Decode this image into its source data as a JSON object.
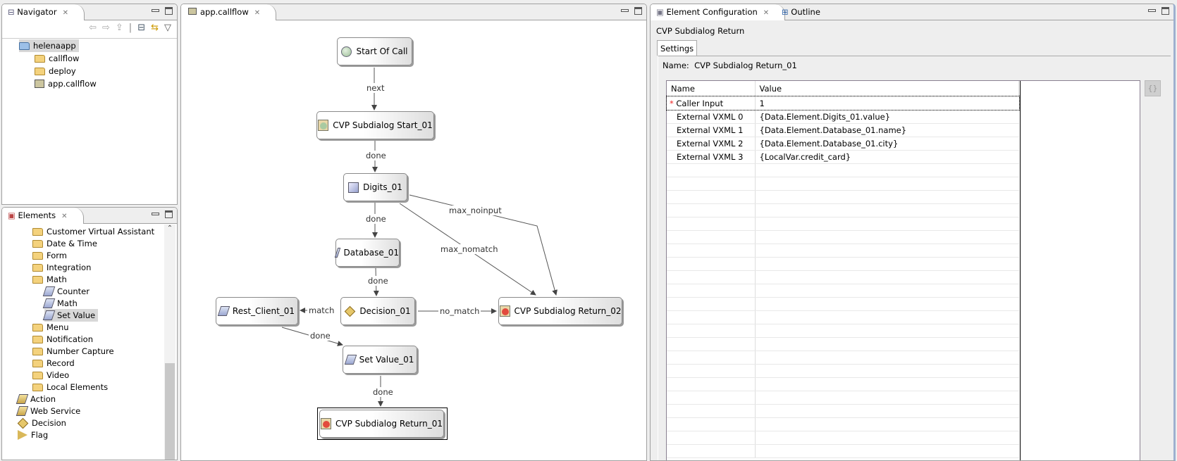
{
  "navigator": {
    "tab_label": "Navigator",
    "items": [
      {
        "label": "helenaapp",
        "icon": "project-icon",
        "selected": true
      },
      {
        "label": "callflow",
        "icon": "folder-icon"
      },
      {
        "label": "deploy",
        "icon": "folder-icon"
      },
      {
        "label": "app.callflow",
        "icon": "callflow-file-icon"
      }
    ]
  },
  "elements": {
    "tab_label": "Elements",
    "items": [
      {
        "label": "Customer Virtual Assistant",
        "icon": "folder-icon",
        "level": 1
      },
      {
        "label": "Date & Time",
        "icon": "folder-icon",
        "level": 1
      },
      {
        "label": "Form",
        "icon": "folder-icon",
        "level": 1
      },
      {
        "label": "Integration",
        "icon": "folder-icon",
        "level": 1
      },
      {
        "label": "Math",
        "icon": "folder-icon",
        "level": 1
      },
      {
        "label": "Counter",
        "icon": "element-icon",
        "level": 2
      },
      {
        "label": "Math",
        "icon": "element-icon",
        "level": 2
      },
      {
        "label": "Set Value",
        "icon": "element-icon",
        "level": 2,
        "selected": true
      },
      {
        "label": "Menu",
        "icon": "folder-icon",
        "level": 1
      },
      {
        "label": "Notification",
        "icon": "folder-icon",
        "level": 1
      },
      {
        "label": "Number Capture",
        "icon": "folder-icon",
        "level": 1
      },
      {
        "label": "Record",
        "icon": "folder-icon",
        "level": 1
      },
      {
        "label": "Video",
        "icon": "folder-icon",
        "level": 1
      },
      {
        "label": "Local Elements",
        "icon": "folder-icon",
        "level": 1
      },
      {
        "label": "Action",
        "icon": "action-icon",
        "level": 0
      },
      {
        "label": "Web Service",
        "icon": "web-service-icon",
        "level": 0
      },
      {
        "label": "Decision",
        "icon": "decision-icon",
        "level": 0
      },
      {
        "label": "Flag",
        "icon": "flag-icon",
        "level": 0
      }
    ]
  },
  "editor": {
    "tab_label": "app.callflow",
    "nodes": {
      "start": "Start Of Call",
      "sub_start": "CVP Subdialog Start_01",
      "digits": "Digits_01",
      "database": "Database_01",
      "decision": "Decision_01",
      "rest": "Rest_Client_01",
      "ret2": "CVP Subdialog Return_02",
      "setvalue": "Set Value_01",
      "ret1": "CVP Subdialog Return_01"
    },
    "edges": {
      "e1": "next",
      "e2": "done",
      "e3": "done",
      "e4": "max_noinput",
      "e5": "max_nomatch",
      "e6": "done",
      "e7": "match",
      "e8": "no_match",
      "e9": "done",
      "e10": "done"
    }
  },
  "config": {
    "tab_label": "Element Configuration",
    "outline_tab_label": "Outline",
    "element_type": "CVP Subdialog Return",
    "settings_tab": "Settings",
    "name_label": "Name:",
    "name_value": "CVP Subdialog Return_01",
    "columns": [
      "Name",
      "Value"
    ],
    "rows": [
      {
        "name": "Caller Input",
        "value": "1",
        "required": true
      },
      {
        "name": "External VXML 0",
        "value": "{Data.Element.Digits_01.value}"
      },
      {
        "name": "External VXML 1",
        "value": "{Data.Element.Database_01.name}"
      },
      {
        "name": "External VXML 2",
        "value": "{Data.Element.Database_01.city}"
      },
      {
        "name": "External VXML 3",
        "value": "{LocalVar.credit_card}"
      }
    ]
  }
}
